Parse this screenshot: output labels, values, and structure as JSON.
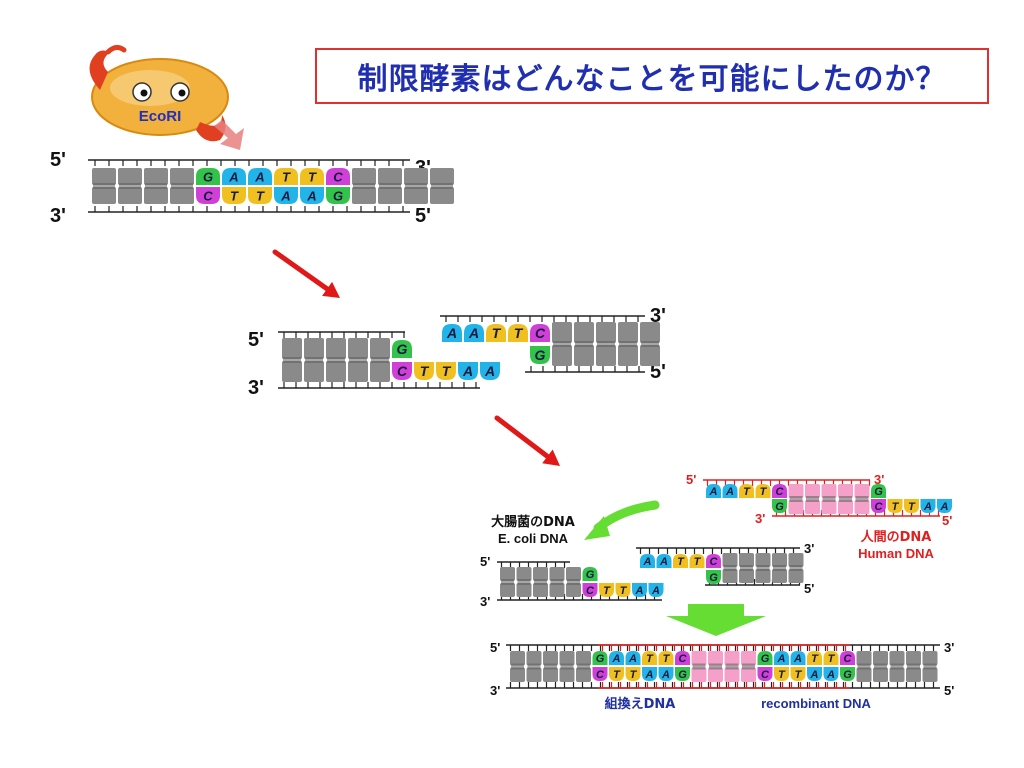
{
  "title": "制限酵素はどんなことを可能にしたのか？",
  "enzyme": {
    "name": "EcoRI"
  },
  "labels": {
    "five": "5'",
    "three": "3'",
    "ecoli_jp": "大腸菌のDNA",
    "ecoli_en": "E. coli DNA",
    "human_jp": "人間のDNA",
    "human_en": "Human DNA",
    "recomb_jp": "組換えDNA",
    "recomb_en": "recombinant DNA"
  },
  "colors": {
    "G": "#33c24a",
    "A": "#22b4e8",
    "T": "#f0c020",
    "C": "#d040d8",
    "grey": "#8a8a8a",
    "pink": "#f4a0c8",
    "arrow_red": "#e01818",
    "arrow_green": "#66dd33",
    "title_blue": "#1f2fb0",
    "label_red": "#e02020",
    "recomb_blue": "#2030a0"
  },
  "sequences": {
    "site_top": [
      "G",
      "A",
      "A",
      "T",
      "T",
      "C"
    ],
    "site_bottom": [
      "C",
      "T",
      "T",
      "A",
      "A",
      "G"
    ],
    "overhang": [
      "A",
      "A",
      "T",
      "T"
    ]
  }
}
